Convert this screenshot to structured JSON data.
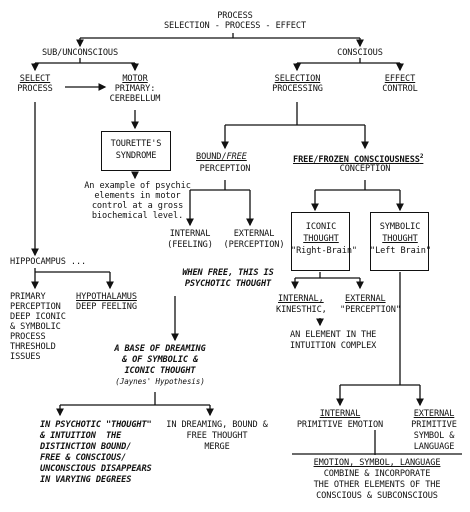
{
  "title": {
    "line1": "PROCESS",
    "line2": "SELECTION - PROCESS - EFFECT"
  },
  "sub": {
    "head": "SUB/UNCONSCIOUS",
    "select": {
      "l1": "SELECT",
      "l2": "PROCESS"
    },
    "motor": {
      "l1": "MOTOR",
      "l2": "PRIMARY:",
      "l3": "CEREBELLUM"
    },
    "tourette": {
      "l1": "TOURETTE'S",
      "l2": "SYNDROME"
    },
    "psychic": {
      "l1": "An example of psychic",
      "l2": "elements in motor",
      "l3": "control at a gross",
      "l4": "biochemical level."
    },
    "hippocampus": "HIPPOCAMPUS ...",
    "primary": {
      "l1": "PRIMARY",
      "l2": "PERCEPTION",
      "l3": "DEEP ICONIC",
      "l4": "& SYMBOLIC",
      "l5": "PROCESS",
      "l6": "THRESHOLD",
      "l7": "ISSUES"
    },
    "hypothalamus": {
      "l1": "HYPOTHALAMUS",
      "l2": "DEEP FEELING"
    }
  },
  "con": {
    "head": "CONSCIOUS",
    "selection": {
      "l1": "SELECTION",
      "l2": "PROCESSING"
    },
    "effect": {
      "l1": "EFFECT",
      "l2": "CONTROL"
    },
    "bound": {
      "l1a": "BOUND/",
      "l1b": "FREE",
      "l2": "PERCEPTION"
    },
    "frozen": {
      "l1": "FREE/FROZEN CONSCIOUSNESS",
      "sup": "2",
      "l2": "CONCEPTION"
    },
    "internal": {
      "l1": "INTERNAL",
      "l2": "(FEELING)"
    },
    "external": {
      "l1": "EXTERNAL",
      "l2": "(PERCEPTION)"
    },
    "psychotic": {
      "l1": "WHEN FREE, THIS IS",
      "l2": "PSYCHOTIC THOUGHT"
    },
    "iconic": {
      "l1": "ICONIC",
      "l2": "THOUGHT",
      "l3": "\"Right-Brain\""
    },
    "symbolic": {
      "l1": "SYMBOLIC",
      "l2": "THOUGHT",
      "l3": "\"Left Brain\""
    },
    "kin": {
      "a": "INTERNAL,",
      "b": "KINESTHIC,",
      "c": "EXTERNAL",
      "d": "\"PERCEPTION\""
    },
    "intuition": {
      "l1": "AN ELEMENT IN THE",
      "l2": "INTUITION COMPLEX"
    },
    "dream": {
      "l1": "A BASE OF DREAMING",
      "l2": "& OF SYMBOLIC &",
      "l3": "ICONIC THOUGHT",
      "l4": "(Jaynes' Hypothesis)"
    },
    "psychotic2": {
      "l1": "IN PSYCHOTIC \"THOUGHT\"",
      "l2": "& INTUITION  THE",
      "l3": "DISTINCTION BOUND/",
      "l4": "FREE & CONSCIOUS/",
      "l5": "UNCONSCIOUS DISAPPEARS",
      "l6": "IN VARYING DEGREES"
    },
    "dreaming": {
      "l1": "IN DREAMING, BOUND &",
      "l2": "FREE THOUGHT",
      "l3": "MERGE"
    },
    "intemo": {
      "l1": "INTERNAL",
      "l2": "PRIMITIVE EMOTION"
    },
    "extsym": {
      "l1": "EXTERNAL",
      "l2": "PRIMITIVE",
      "l3": "SYMBOL &",
      "l4": "LANGUAGE"
    },
    "combine": {
      "l1": "EMOTION, SYMBOL, LANGUAGE",
      "l2": "COMBINE & INCORPORATE",
      "l3": "THE OTHER ELEMENTS OF THE",
      "l4": "CONSCIOUS & SUBCONSCIOUS"
    }
  }
}
